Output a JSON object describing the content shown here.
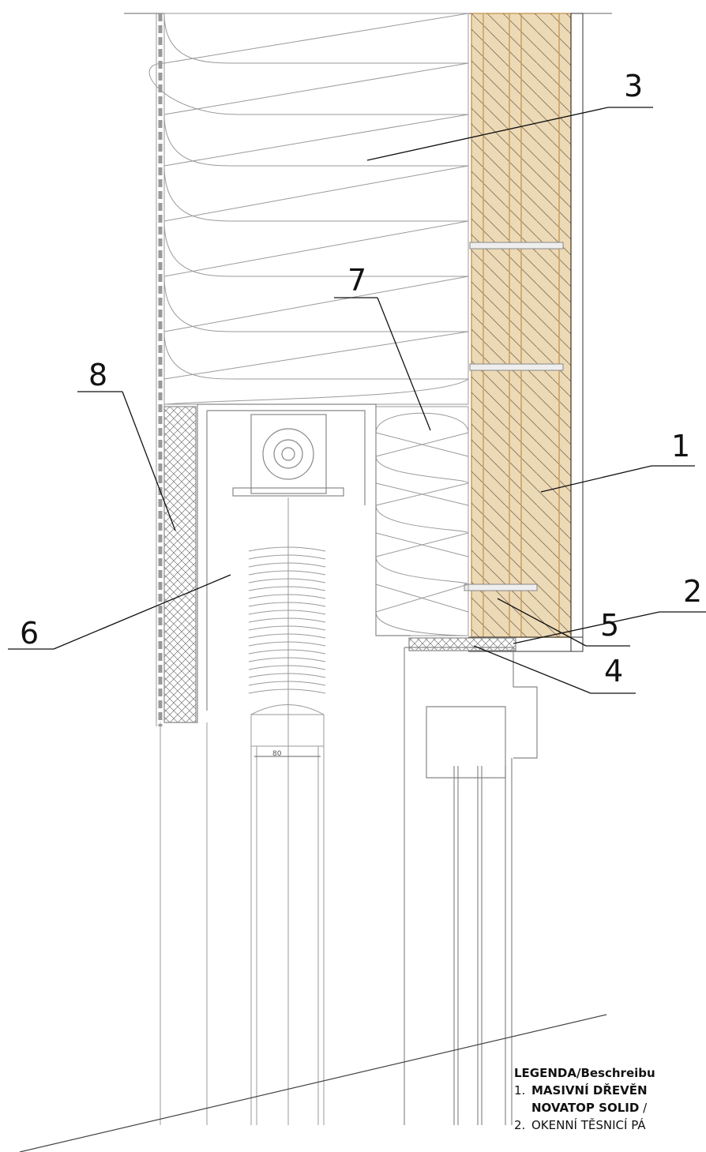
{
  "callouts": [
    "1",
    "2",
    "3",
    "4",
    "5",
    "6",
    "7",
    "8"
  ],
  "dimension_label": "80",
  "legend": {
    "heading": "LEGENDA/Beschreibu",
    "items": [
      {
        "number": "1.",
        "text": "MASIVNÍ DŘEVĚN",
        "text2": "NOVATOP SOLID",
        "suffix": " /"
      },
      {
        "number": "2.",
        "text": "OKENNÍ TĚSNICÍ PÁ"
      }
    ]
  },
  "colors": {
    "timber": "#ecd9b6",
    "timber_edge": "#c9a061",
    "lines": "#8a8a8a",
    "ink": "#111111"
  }
}
